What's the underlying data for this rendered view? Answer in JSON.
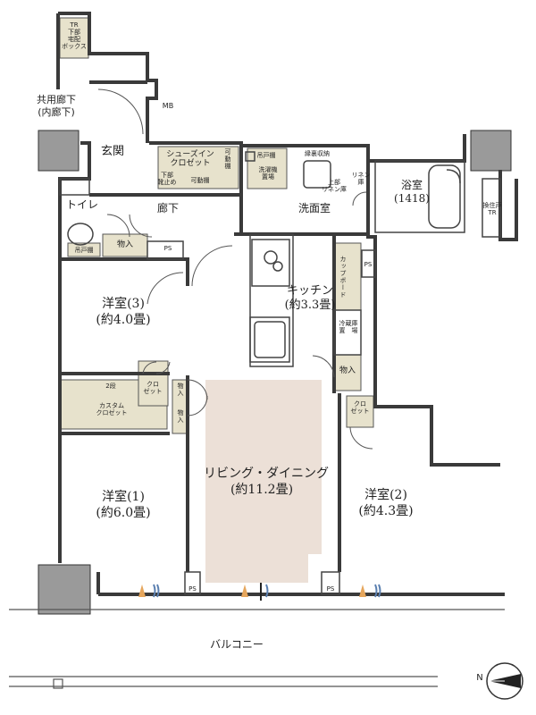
{
  "labels": {
    "tr_box": "TR\n下部\n宅配\nボックス",
    "corridor": "共用廊下\n(内廊下)",
    "mb": "MB",
    "entrance": "玄関",
    "shoes_closet": "シューズイン\nクロゼット",
    "shelf_movable_1": "可\n動\n棚",
    "lower_shoe": "下部\n靴止め",
    "movable_shelf": "可動棚",
    "hanging_shelf_top": "吊戸棚",
    "washer_space": "洗濯機\n置場",
    "linen_storage": "縁裏収納",
    "upper_linen": "上部\nリネン庫",
    "linen": "リネン\n庫",
    "toilet": "トイレ",
    "hallway": "廊下",
    "washroom": "洗面室",
    "bath": "浴室\n(1418)",
    "fire_tr": "換住戸\nTR",
    "hanging_shelf_toilet": "吊戸棚",
    "storage1": "物入",
    "ps1": "PS",
    "cupboard": "カップボード",
    "ps2": "PS",
    "kitchen": "キッチン\n(約3.3畳)",
    "fridge": "冷蔵庫\n置　場",
    "storage2": "物入",
    "room3": "洋室(3)\n(約4.0畳)",
    "two_tier": "2段",
    "closet1": "クロ\nゼット",
    "custom_closet": "カスタム\nクロゼット",
    "storage3": "物\n入",
    "storage4": "物\n入",
    "closet2": "クロ\nゼット",
    "living": "リビング・ダイニング\n(約11.2畳)",
    "room1": "洋室(1)\n(約6.0畳)",
    "room2": "洋室(2)\n(約4.3畳)",
    "ps3": "PS",
    "ps4": "PS",
    "balcony": "バルコニー",
    "north": "N"
  },
  "colors": {
    "wall": "#3a3a3a",
    "living_floor": "#ece0d7",
    "storage_fill": "#e7e2cc",
    "column_fill": "#9a9a9a",
    "ac_orange": "#e6a65c",
    "ac_blue": "#5a7fb0"
  }
}
